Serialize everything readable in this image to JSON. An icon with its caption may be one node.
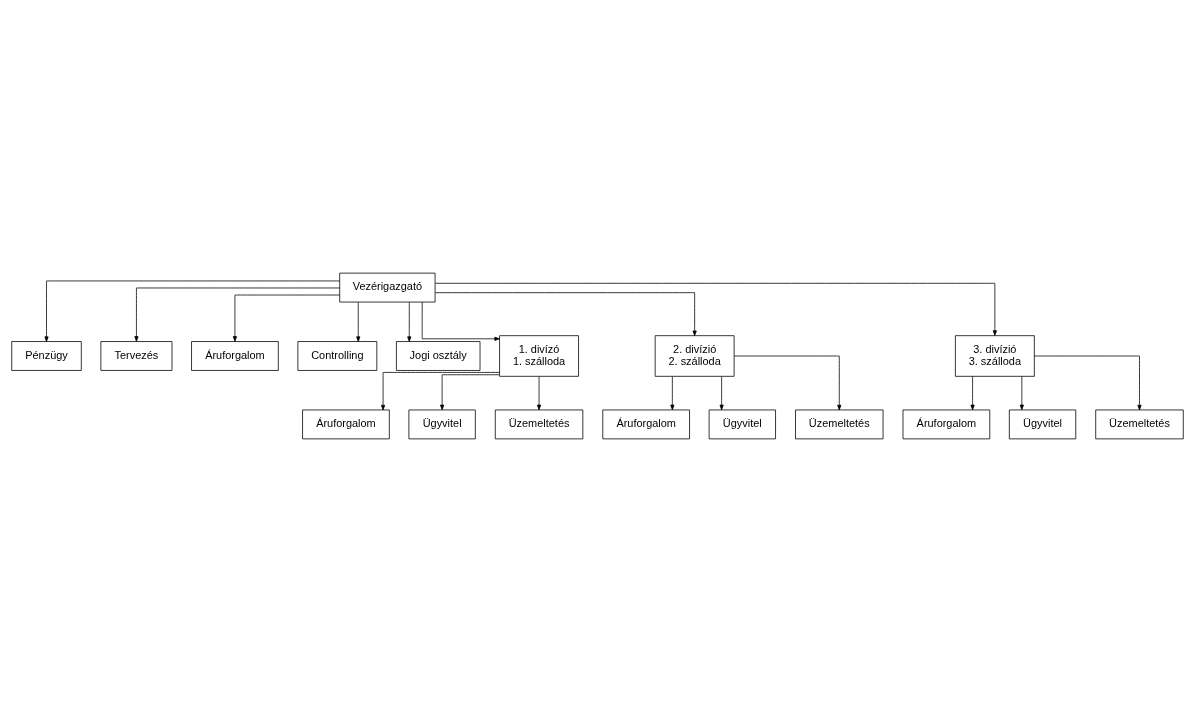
{
  "diagram": {
    "nodes": [
      {
        "text": [
          "Vezérigazgató"
        ]
      },
      {
        "text": [
          "Pénzügy"
        ]
      },
      {
        "text": [
          "Tervezés"
        ]
      },
      {
        "text": [
          "Áruforgalom"
        ]
      },
      {
        "text": [
          "Controlling"
        ]
      },
      {
        "text": [
          "Jogi osztály"
        ]
      },
      {
        "text": [
          "1. divízó",
          "1. szálloda"
        ]
      },
      {
        "text": [
          "2. divízió",
          "2. szálloda"
        ]
      },
      {
        "text": [
          "3. divízió",
          "3. szálloda"
        ]
      },
      {
        "text": [
          "Áruforgalom"
        ]
      },
      {
        "text": [
          "Ügyvitel"
        ]
      },
      {
        "text": [
          "Üzemeltetés"
        ]
      },
      {
        "text": [
          "Áruforgalom"
        ]
      },
      {
        "text": [
          "Ügyvitel"
        ]
      },
      {
        "text": [
          "Üzemeltetés"
        ]
      },
      {
        "text": [
          "Áruforgalom"
        ]
      },
      {
        "text": [
          "Ügyvitel"
        ]
      },
      {
        "text": [
          "Üzemeltetés"
        ]
      }
    ],
    "edges": [
      {
        "from": 0,
        "to": 1,
        "arrow": "to"
      },
      {
        "from": 0,
        "to": 2,
        "arrow": "to"
      },
      {
        "from": 0,
        "to": 3,
        "arrow": "to"
      },
      {
        "from": 0,
        "to": 4,
        "arrow": "to"
      },
      {
        "from": 0,
        "to": 5,
        "arrow": "to"
      },
      {
        "from": 0,
        "to": 6,
        "arrow": "to"
      },
      {
        "from": 0,
        "to": 7,
        "arrow": "to"
      },
      {
        "from": 0,
        "to": 8,
        "arrow": "to"
      },
      {
        "from": 6,
        "to": 9,
        "arrow": "to"
      },
      {
        "from": 6,
        "to": 10,
        "arrow": "to"
      },
      {
        "from": 6,
        "to": 11,
        "arrow": "to"
      },
      {
        "from": 7,
        "to": 12,
        "arrow": "to"
      },
      {
        "from": 7,
        "to": 13,
        "arrow": "to"
      },
      {
        "from": 7,
        "to": 14,
        "arrow": "to"
      },
      {
        "from": 8,
        "to": 15,
        "arrow": "to"
      },
      {
        "from": 8,
        "to": 16,
        "arrow": "to"
      },
      {
        "from": 8,
        "to": 17,
        "arrow": "to"
      }
    ]
  }
}
